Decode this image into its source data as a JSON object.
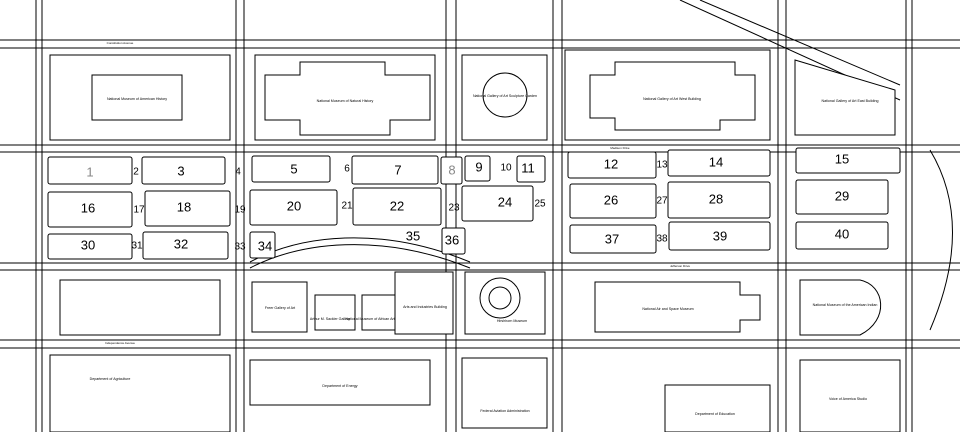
{
  "plots": [
    {
      "id": "1",
      "muted": true
    },
    {
      "id": "2"
    },
    {
      "id": "3"
    },
    {
      "id": "4"
    },
    {
      "id": "5"
    },
    {
      "id": "6"
    },
    {
      "id": "7"
    },
    {
      "id": "8",
      "muted": true
    },
    {
      "id": "9"
    },
    {
      "id": "10"
    },
    {
      "id": "11"
    },
    {
      "id": "12"
    },
    {
      "id": "13"
    },
    {
      "id": "14"
    },
    {
      "id": "15"
    },
    {
      "id": "16"
    },
    {
      "id": "17"
    },
    {
      "id": "18"
    },
    {
      "id": "19"
    },
    {
      "id": "20"
    },
    {
      "id": "21"
    },
    {
      "id": "22"
    },
    {
      "id": "23"
    },
    {
      "id": "24"
    },
    {
      "id": "25"
    },
    {
      "id": "26"
    },
    {
      "id": "27"
    },
    {
      "id": "28"
    },
    {
      "id": "29"
    },
    {
      "id": "30"
    },
    {
      "id": "31"
    },
    {
      "id": "32"
    },
    {
      "id": "33"
    },
    {
      "id": "34"
    },
    {
      "id": "35"
    },
    {
      "id": "36"
    },
    {
      "id": "37"
    },
    {
      "id": "38"
    },
    {
      "id": "39"
    },
    {
      "id": "40"
    }
  ],
  "buildings": [
    "National Museum of American History",
    "National Museum of Natural History",
    "National Gallery of Art Sculpture Garden",
    "National Gallery of Art West Building",
    "National Gallery of Art East Building",
    "Freer Gallery of Art",
    "Arthur M. Sackler Gallery",
    "National Museum of African Art",
    "Arts and Industries Building",
    "Hirshhorn Museum",
    "National Air and Space Museum",
    "National Museum of the American Indian",
    "Department of Agriculture",
    "Department of Energy",
    "Federal Aviation Administration",
    "Department of Education",
    "Voice of America Studio"
  ],
  "streets": [
    "Constitution Avenue",
    "Madison Drive",
    "Jefferson Drive",
    "Independence Avenue"
  ],
  "colors": {
    "line": "#000000",
    "background": "#ffffff",
    "muted_number": "#888888"
  }
}
